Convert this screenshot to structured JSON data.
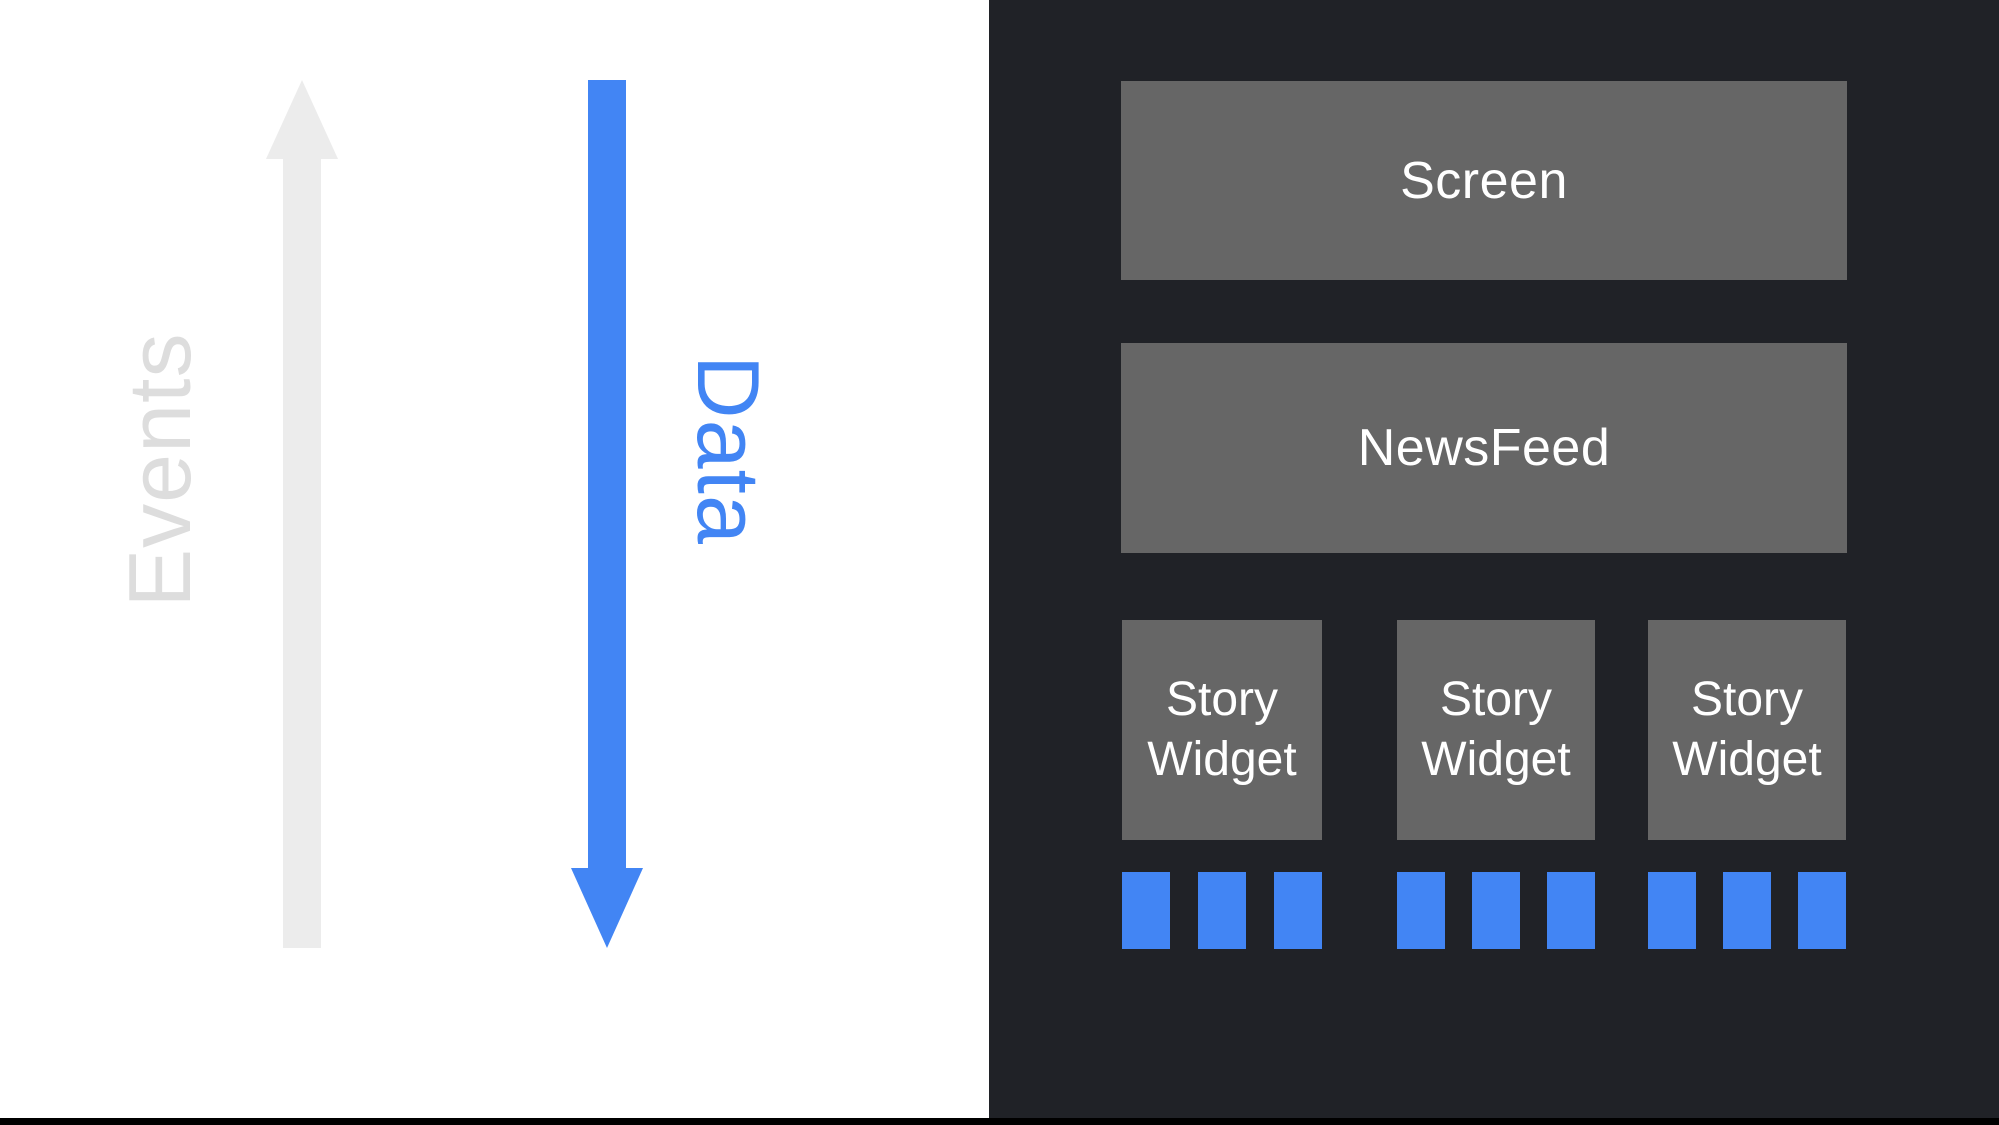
{
  "colors": {
    "background": "#ffffff",
    "panel_bg": "#202227",
    "node_bg": "#666666",
    "node_text": "#ffffff",
    "accent_blue": "#4285F4",
    "arrow_gray": "#ECECEC",
    "events_text_gray": "#DDDDDD",
    "bottom_bar": "#000000"
  },
  "flow_labels": {
    "events": "Events",
    "data": "Data"
  },
  "widget_tree": {
    "screen_label": "Screen",
    "newsfeed_label": "NewsFeed",
    "story_widgets": [
      {
        "line1": "Story",
        "line2": "Widget"
      },
      {
        "line1": "Story",
        "line2": "Widget"
      },
      {
        "line1": "Story",
        "line2": "Widget"
      }
    ],
    "blocks_per_widget": 3
  }
}
